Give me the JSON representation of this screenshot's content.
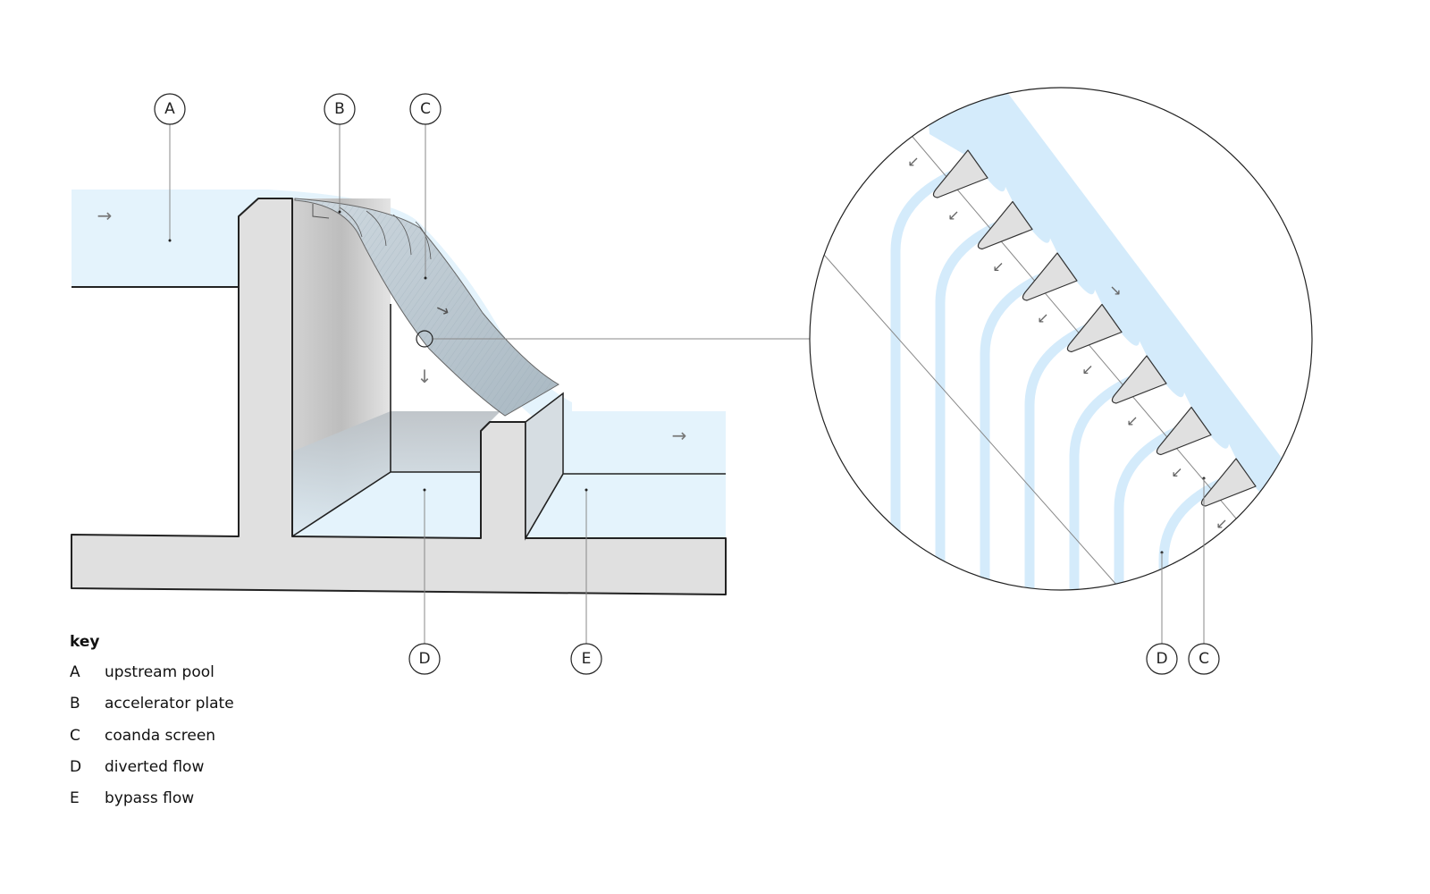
{
  "callouts": {
    "main": [
      {
        "letter": "A"
      },
      {
        "letter": "B"
      },
      {
        "letter": "C"
      },
      {
        "letter": "D"
      },
      {
        "letter": "E"
      }
    ],
    "detail": [
      {
        "letter": "D"
      },
      {
        "letter": "C"
      }
    ]
  },
  "key": {
    "title": "key",
    "items": [
      {
        "letter": "A",
        "label": "upstream pool"
      },
      {
        "letter": "B",
        "label": "accelerator plate"
      },
      {
        "letter": "C",
        "label": "coanda screen"
      },
      {
        "letter": "D",
        "label": "diverted flow"
      },
      {
        "letter": "E",
        "label": "bypass flow"
      }
    ]
  },
  "colors": {
    "water": "#e4f3fc",
    "water_detail": "#d4ebfb",
    "concrete": "#e0e0e0",
    "line": "#222222"
  }
}
